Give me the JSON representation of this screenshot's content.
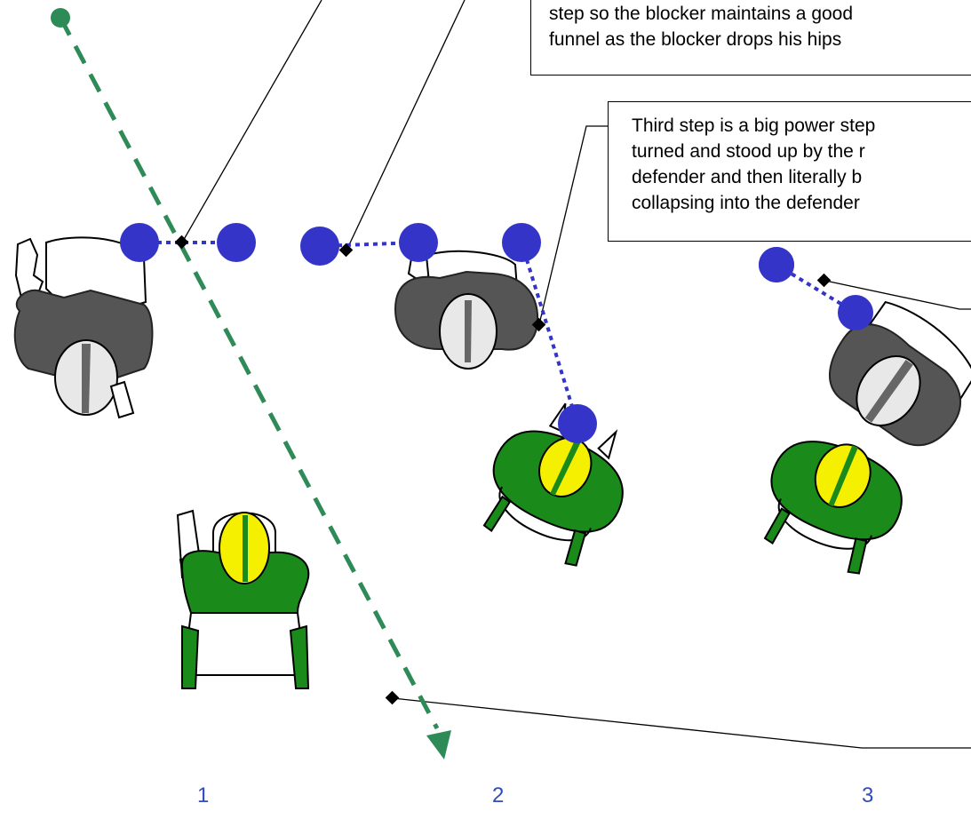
{
  "callouts": {
    "second_step": [
      "step so the blocker maintains a good",
      "funnel as the blocker drops his hips"
    ],
    "third_step": [
      "Third step is a big power step",
      "turned and stood up by the r",
      "defender and then literally b",
      "collapsing into the defender"
    ]
  },
  "step_numbers": [
    "1",
    "2",
    "3"
  ],
  "colors": {
    "route": "#2e8b57",
    "steps": "#3434c8",
    "blocker_helmet": "#555555",
    "defender_jersey": "#1a8a1a",
    "defender_helmet": "#f5f000",
    "numbers": "#2f4dbd"
  }
}
